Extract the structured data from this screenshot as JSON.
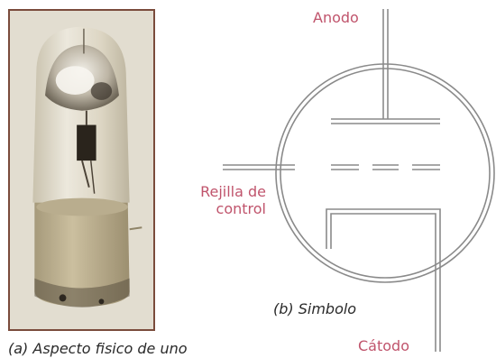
{
  "photo": {
    "description_icon": "vacuum-tube-photo"
  },
  "symbol": {
    "labels": {
      "anode": "Anodo",
      "grid": "Rejilla de control",
      "cathode": "Cátodo"
    },
    "caption": "(b) Simbolo"
  },
  "photo_caption": "(a) Aspecto fisico de uno",
  "colors": {
    "label": "#c0546c",
    "line": "#8a8a8a",
    "frame": "#7a4b3b",
    "caption": "#2a2a2a"
  }
}
